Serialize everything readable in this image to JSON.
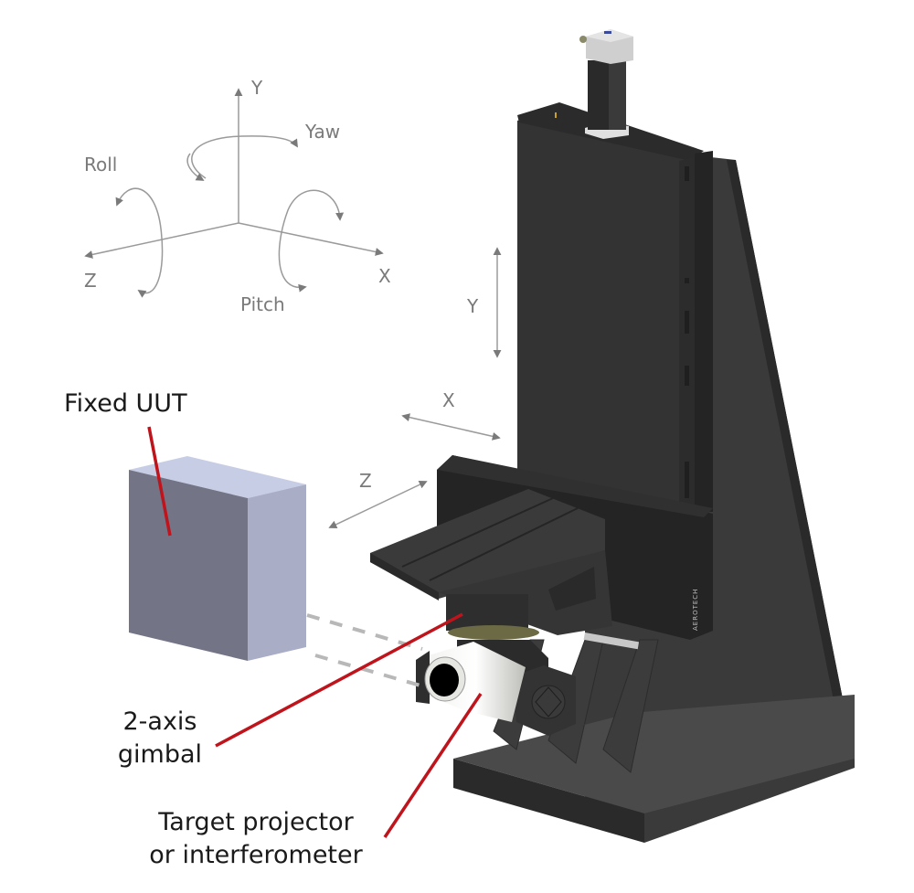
{
  "coordinate_frame": {
    "axes": {
      "y": "Y",
      "x": "X",
      "z": "Z"
    },
    "rotations": {
      "yaw": "Yaw",
      "roll": "Roll",
      "pitch": "Pitch"
    }
  },
  "stage_axes": {
    "y": "Y",
    "x": "X",
    "z": "Z"
  },
  "callouts": {
    "uut": "Fixed UUT",
    "gimbal_line1": "2-axis",
    "gimbal_line2": "gimbal",
    "projector_line1": "Target projector",
    "projector_line2": "or interferometer"
  },
  "logo": "AEROTECH",
  "colors": {
    "callout_line": "#c0141c",
    "axis_gray": "#7a7a7a",
    "uut_front": "#737586",
    "uut_side": "#a9adc6",
    "uut_top": "#c8cde6",
    "machine_dark": "#333333"
  }
}
